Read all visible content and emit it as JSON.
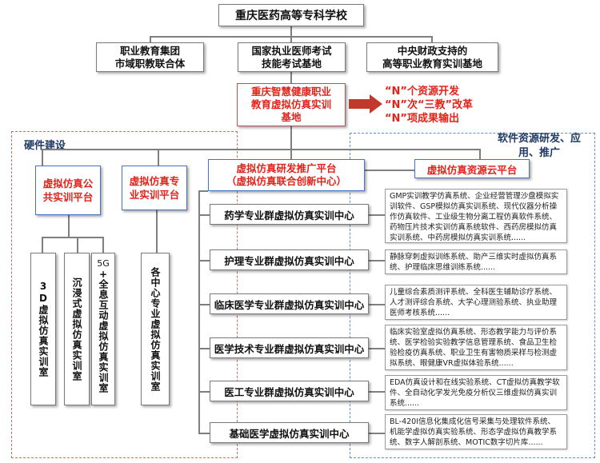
{
  "top": {
    "school": "重庆医药高等专科学校"
  },
  "tier2": [
    {
      "line1": "职业教育集团",
      "line2": "市域职教联合体"
    },
    {
      "line1": "国家执业医师考试",
      "line2": "技能考试基地"
    },
    {
      "line1": "中央财政支持的",
      "line2": "高等职业教育实训基地"
    }
  ],
  "core": {
    "line1": "重庆智慧健康职业",
    "line2": "教育虚拟仿真实训",
    "line3": "基地"
  },
  "outputs": [
    {
      "q": "“N”",
      "rest": "个资源开发"
    },
    {
      "q": "“N”",
      "rest": "次“三教”改革"
    },
    {
      "q": "“N”",
      "rest": "项成果输出"
    }
  ],
  "zones": {
    "hardware": "硬件建设",
    "software": "软件资源研发、应用、推广"
  },
  "public_platform": "虚拟仿真公共实训平台",
  "professional_platform": "虚拟仿真专业实训平台",
  "promo_platform": {
    "line1": "虚拟仿真研发推广平台",
    "line2": "（虚拟仿真联合创新中心）"
  },
  "cloud_platform": "虚拟仿真资源云平台",
  "columns": {
    "c1": "3D虚拟仿真实训室",
    "c2": "沉浸式虚拟仿真实训室",
    "c3_top": "5G",
    "c3_plus": "+",
    "c3_rest": "全息互动虚拟仿真实训室",
    "c4": "各中心专业虚拟仿真实训室"
  },
  "centers": [
    {
      "name": "药学专业群虚拟仿真实训中心",
      "desc": "GMP实训教学仿真系统、企业经营管理沙盘模拟实训软件、GSP模拟仿真实训系统、现代仪器分析操作仿真软件、工业级生物分离工程仿真软件系统、药物压片技术实训仿真系统软件、西药房模拟仿真实训系统、中药房模拟仿真实训系统......"
    },
    {
      "name": "护理专业群虚拟仿真实训中心",
      "desc": "静脉穿刺虚拟训练系统、助产三维实时虚拟仿真系统、护理临床思维训练系统......"
    },
    {
      "name": "临床医学专业群虚拟仿真实训中心",
      "desc": "儿童综合素质测评系统、全科医生辅助诊疗系统、人才测评综合系统、大学心理测验系统、执业助理医师考核系统......"
    },
    {
      "name": "医学技术专业群虚拟仿真实训中心",
      "desc": "临床实验室虚拟仿真系统、形态教学能力与评价系统、医学检验实验教学信息管理系统、食品卫生检验检疫仿真系统、职业卫生有害物质采样与检测虚拟系统、眼健康VR虚拟体验系统......"
    },
    {
      "name": "医工专业群虚拟仿真实训中心",
      "desc": "EDA仿真设计和在线实验系统、CT虚拟仿真教学软件、全自动化学发光免疫分析仪三维虚拟仿真实训系统......"
    },
    {
      "name": "基础医学虚拟仿真实训中心",
      "desc": "BL-420I信息化集成化信号采集与处理软件系统、机能学虚拟仿真实验系统、形态学虚拟仿真教学系统、数字人解剖系统、MOTIC数字切片库......"
    }
  ],
  "colors": {
    "red": "#e2231a",
    "blue_border": "#4472c4",
    "zone_red": "#d9685f",
    "zone_blue": "#5b8fd6"
  }
}
